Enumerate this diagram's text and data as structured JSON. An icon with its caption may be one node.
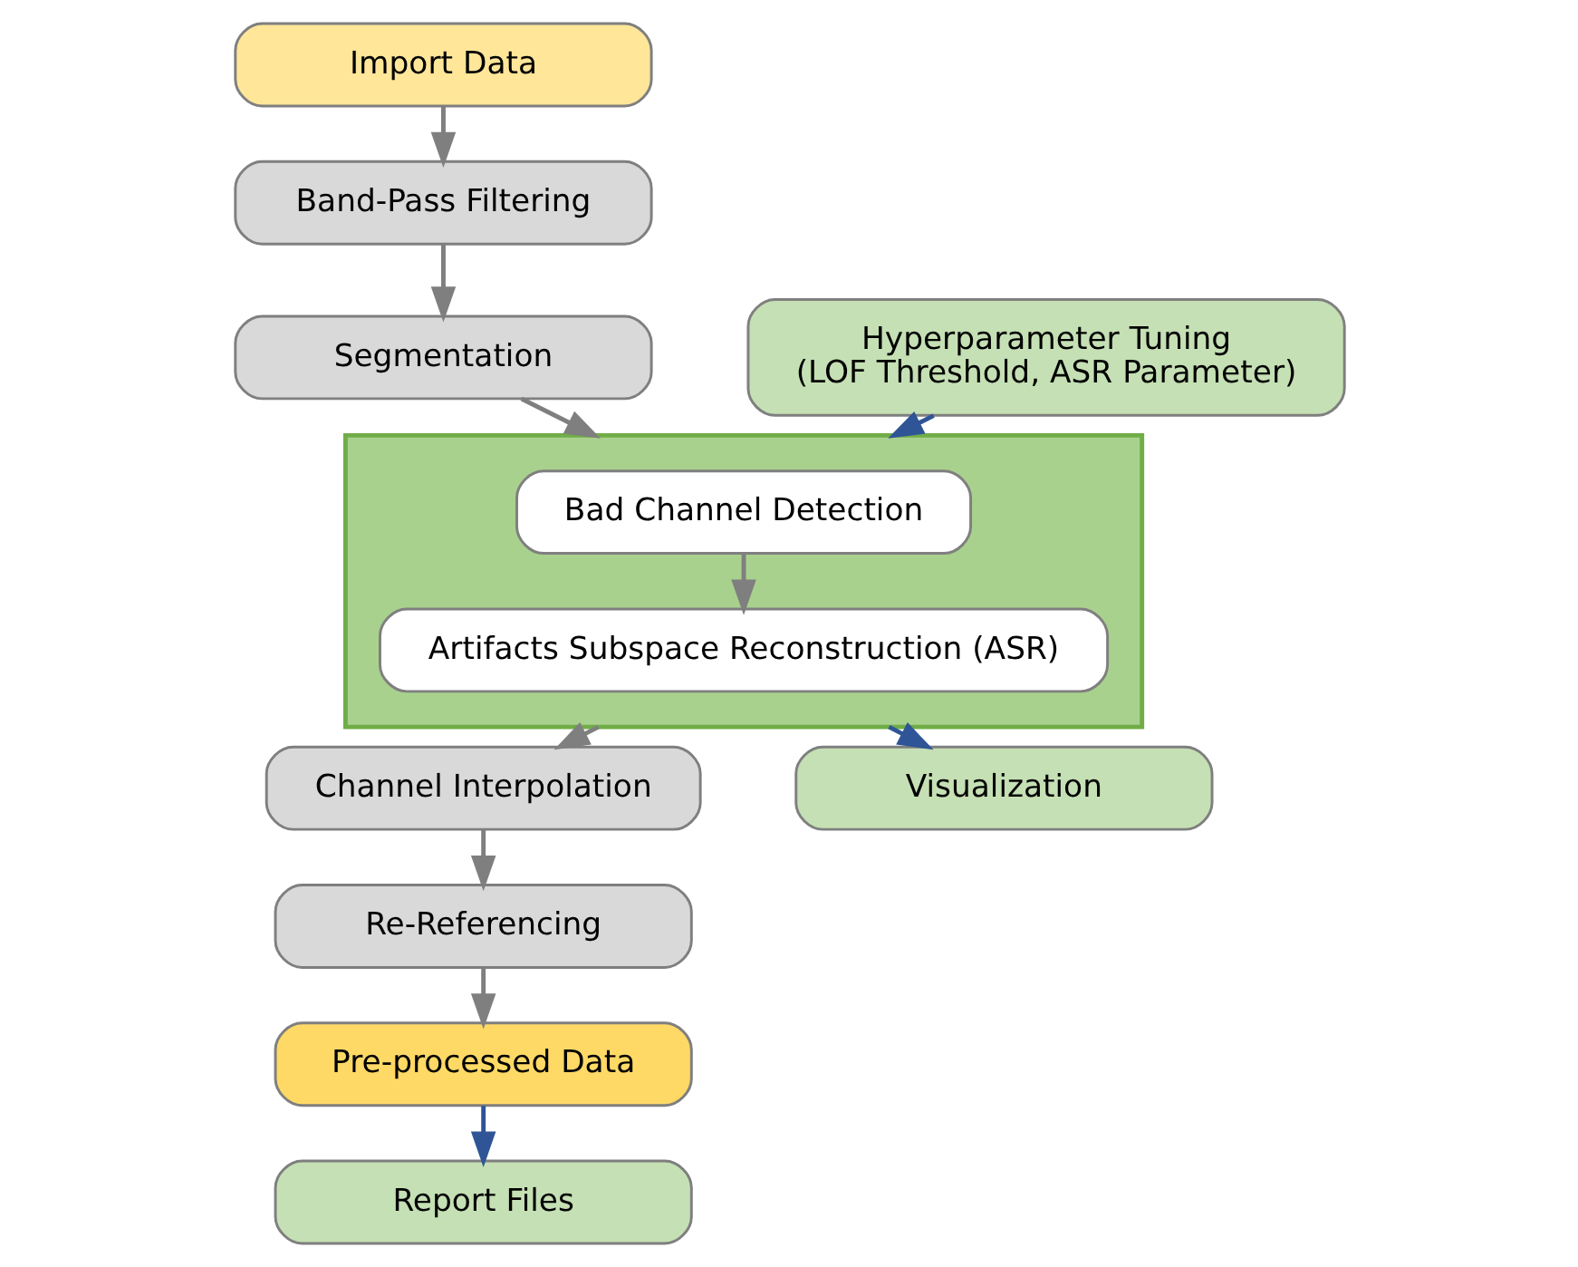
{
  "diagram": {
    "nodes": [
      {
        "text": [
          "Import Data"
        ]
      },
      {
        "text": [
          "Band-Pass Filtering"
        ]
      },
      {
        "text": [
          "Segmentation"
        ]
      },
      {
        "text": [],
        "shape": "box"
      },
      {
        "text": [
          "Bad Channel Detection"
        ],
        "in": 3
      },
      {
        "text": [
          "Artifacts Subspace Reconstruction (ASR)"
        ],
        "in": 3
      },
      {
        "text": [
          "Channel Interpolation"
        ]
      },
      {
        "text": [
          "Re-Referencing"
        ]
      },
      {
        "text": [
          "Pre-processed Data"
        ]
      },
      {
        "text": [
          "Hyperparameter Tuning",
          "(LOF Threshold, ASR Parameter)"
        ]
      },
      {
        "text": [
          "Visualization"
        ]
      },
      {
        "text": [
          "Report Files"
        ]
      }
    ],
    "edges": [
      {
        "from": 0,
        "to": 1,
        "arrow": "to"
      },
      {
        "from": 1,
        "to": 2,
        "arrow": "to"
      },
      {
        "from": 2,
        "to": 3,
        "arrow": "to"
      },
      {
        "from": 4,
        "to": 5,
        "arrow": "to"
      },
      {
        "from": 3,
        "to": 6,
        "arrow": "to"
      },
      {
        "from": 6,
        "to": 7,
        "arrow": "to"
      },
      {
        "from": 7,
        "to": 8,
        "arrow": "to"
      },
      {
        "from": 9,
        "to": 3,
        "arrow": "to",
        "color": "#2f5597"
      },
      {
        "from": 3,
        "to": 10,
        "arrow": "to",
        "color": "#2f5597"
      },
      {
        "from": 8,
        "to": 11,
        "arrow": "to",
        "color": "#2f5597"
      }
    ]
  }
}
